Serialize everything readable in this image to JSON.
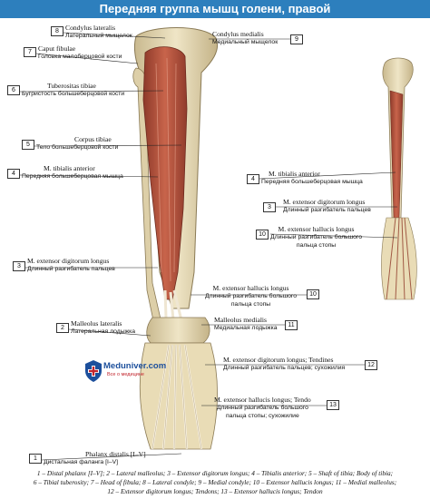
{
  "title": "Передняя группа мышц голени, правой",
  "labels": [
    {
      "num": "8",
      "lat": "Condylus lateralis",
      "ru": "Латеральный мыщелок"
    },
    {
      "num": "7",
      "lat": "Caput fibulae",
      "ru": "Головка малоберцовой кости"
    },
    {
      "num": "6",
      "lat": "Tuberositas tibiae",
      "ru": "Бугристость большеберцовой кости"
    },
    {
      "num": "5",
      "lat": "Corpus tibiae",
      "ru": "Тело большеберцовой кости"
    },
    {
      "num": "4",
      "lat": "M. tibialis anterior",
      "ru": "Передняя большеберцовая мышца"
    },
    {
      "num": "3",
      "lat": "M. extensor digitorum longus",
      "ru": "Длинный разгибатель пальцев"
    },
    {
      "num": "2",
      "lat": "Malleolus lateralis",
      "ru": "Латеральная лодыжка"
    },
    {
      "num": "1",
      "lat": "Phalanx distalis [I–V]",
      "ru": "Дистальная фаланга [I–V]"
    },
    {
      "num": "9",
      "lat": "Condylus medialis",
      "ru": "Медиальный мыщелок"
    },
    {
      "num": "10",
      "lat": "M. extensor hallucis longus",
      "ru": "Длинный разгибатель большого",
      "ru2": "пальца стопы"
    },
    {
      "num": "11",
      "lat": "Malleolus medialis",
      "ru": "Медиальная лодыжка"
    },
    {
      "num": "12",
      "lat": "M. extensor digitorum longus; Tendines",
      "ru": "Длинный разгибатель пальцев; сухожилия"
    },
    {
      "num": "13",
      "lat": "M. extensor hallucis longus; Tendo",
      "ru": "Длинный разгибатель большого",
      "ru2": "пальца стопы; сухожилие"
    },
    {
      "num": "4",
      "lat": "M. tibialis anterior",
      "ru": "Передняя большеберцовая мышца"
    },
    {
      "num": "3",
      "lat": "M. extensor digitorum longus",
      "ru": "Длинный разгибатель пальцев"
    },
    {
      "num": "10",
      "lat": "M. extensor hallucis longus",
      "ru": "Длинный разгибатель большого",
      "ru2": "пальца стопы"
    }
  ],
  "caption": {
    "line1": "1 – Distal phalanx [I–V]; 2 – Lateral malleolus; 3 – Extensor digitorum longus; 4 – Tibialis anterior; 5 – Shaft of tibia; Body of tibia;",
    "line2": "6 – Tibial tuberosity; 7 – Head of fibula; 8 – Lateral condyle; 9 – Medial condyle; 10 – Extensor hallucis longus; 11 – Medial malleolus;",
    "line3": "12 – Extensor digitorum longus; Tendons; 13 – Extensor hallucis longus; Tendon"
  },
  "logo": {
    "brand": "Meduniver.com",
    "tagline": "Все о медицине"
  },
  "colors": {
    "title_bg": "#2d7fbd",
    "muscle": "#b5523f",
    "bone": "#e8dcb8",
    "tendon": "#ece3cf"
  }
}
